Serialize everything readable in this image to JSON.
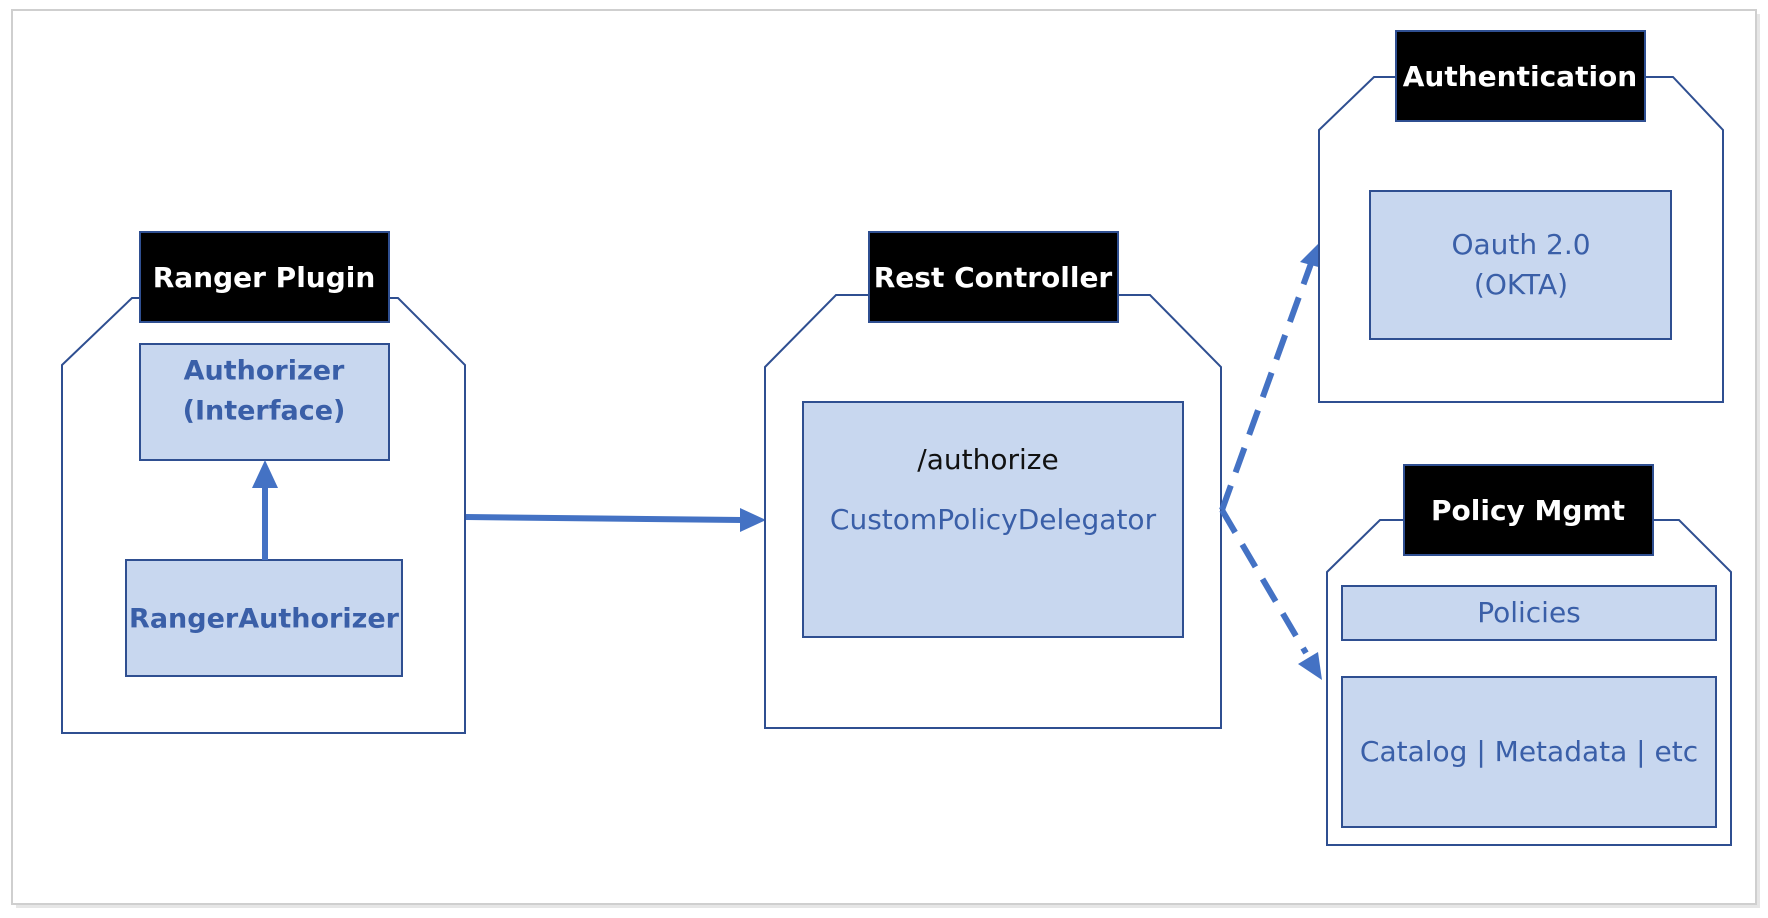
{
  "ranger_plugin": {
    "title": "Ranger Plugin",
    "authorizer_line1": "Authorizer",
    "authorizer_line2": "(Interface)",
    "ranger_authorizer": "RangerAuthorizer"
  },
  "rest_controller": {
    "title": "Rest Controller",
    "endpoint": "/authorize",
    "delegator": "CustomPolicyDelegator"
  },
  "authentication": {
    "title": "Authentication",
    "provider_line1": "Oauth 2.0",
    "provider_line2": "(OKTA)"
  },
  "policy_mgmt": {
    "title": "Policy Mgmt",
    "policies": "Policies",
    "catalog": "Catalog | Metadata | etc"
  },
  "colors": {
    "arrow": "#4472c4",
    "box_fill": "#c8d7ef",
    "box_stroke": "#2f4f91",
    "box_text": "#3a5fa8",
    "tab_fill": "#000000"
  }
}
